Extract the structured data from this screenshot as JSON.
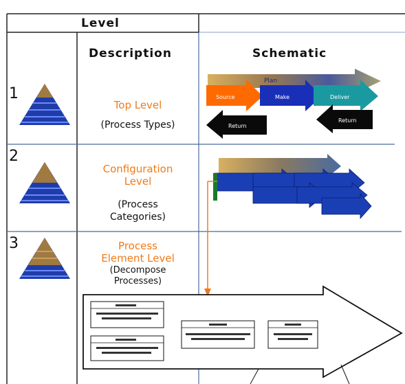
{
  "header": {
    "level": "Level",
    "description": "Description",
    "schematic": "Schematic"
  },
  "rows": [
    {
      "number": "1",
      "title_lines": [
        "Top Level"
      ],
      "sub_lines": [
        "(Process Types)"
      ],
      "schematic": {
        "plan": "Plan",
        "source": "Source",
        "make": "Make",
        "deliver": "Deliver",
        "return_left": "Return",
        "return_right": "Return"
      }
    },
    {
      "number": "2",
      "title_lines": [
        "Configuration",
        "Level"
      ],
      "sub_lines": [
        "(Process",
        "Categories)"
      ]
    },
    {
      "number": "3",
      "title_lines": [
        "Process",
        "Element Level"
      ],
      "sub_lines": [
        "(Decompose",
        "Processes)"
      ]
    }
  ],
  "colors": {
    "orange": "#f07a1a",
    "grid": "#4a6a9a",
    "arrow_blue": "#1a3fb5"
  }
}
